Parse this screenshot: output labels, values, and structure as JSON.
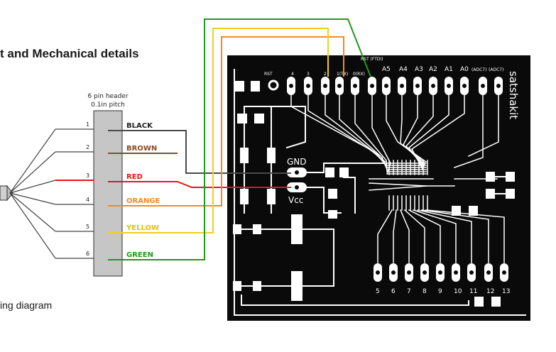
{
  "document": {
    "heading": "t and Mechanical details",
    "caption": "ing diagram"
  },
  "header": {
    "title": "6 pin header",
    "pitch": "0.1in pitch",
    "pins": [
      {
        "number": "1",
        "wire": "BLACK",
        "color": "#4a4a4a",
        "label_color": "#222222"
      },
      {
        "number": "2",
        "wire": "BROWN",
        "color": "#8b4a22",
        "label_color": "#8b4a22"
      },
      {
        "number": "3",
        "wire": "RED",
        "color": "#e01818",
        "label_color": "#e01818"
      },
      {
        "number": "4",
        "wire": "ORANGE",
        "color": "#f08a24",
        "label_color": "#f08a24"
      },
      {
        "number": "5",
        "wire": "YELLOW",
        "color": "#f2cf1a",
        "label_color": "#e9c000"
      },
      {
        "number": "6",
        "wire": "GREEN",
        "color": "#1f9a1f",
        "label_color": "#1f9a1f"
      }
    ]
  },
  "board": {
    "name": "satshakit",
    "ftdi_label": "RST (FTDI)",
    "top_small_labels": [
      "RST",
      "4",
      "3",
      "2",
      "1(TX)",
      "0(RX)"
    ],
    "top_large_labels": [
      "A5",
      "A4",
      "A3",
      "A2",
      "A1",
      "A0"
    ],
    "adc_labels": [
      "(ADC7)",
      "(ADC7)"
    ],
    "gnd_label": "GND",
    "vcc_label": "Vcc",
    "bottom_labels": [
      "5",
      "6",
      "7",
      "8",
      "9",
      "10",
      "11",
      "12",
      "13"
    ],
    "colors": {
      "board": "#0a0a0a",
      "trace": "#ffffff"
    }
  }
}
